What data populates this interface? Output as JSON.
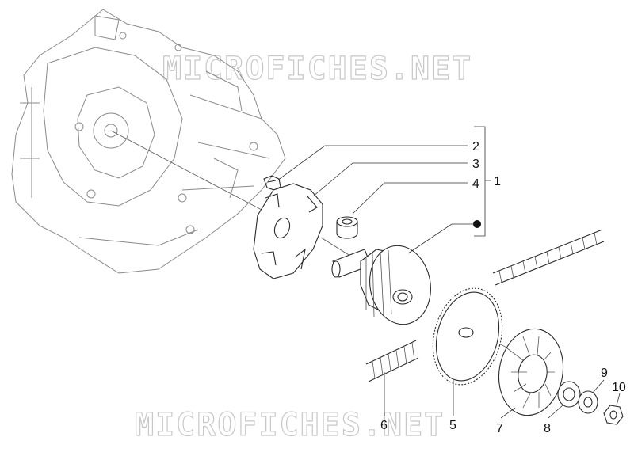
{
  "watermark": "MICROFICHES.NET",
  "labels": {
    "l1": "1",
    "l2": "2",
    "l3": "3",
    "l4": "4",
    "l5": "5",
    "l6": "6",
    "l7": "7",
    "l8": "8",
    "l9": "9",
    "l10": "10"
  }
}
